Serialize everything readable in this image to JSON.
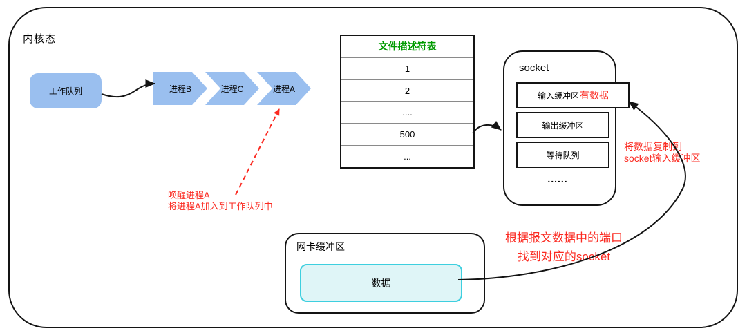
{
  "colors": {
    "process_fill": "#9ABFEF",
    "data_border": "#3ECFDF",
    "data_fill": "#DFF5F7",
    "note_red": "#FB2A21",
    "header_green": "#009B00"
  },
  "kernel_label": "内核态",
  "work_queue": {
    "label": "工作队列"
  },
  "process_chain": [
    {
      "label": "进程B"
    },
    {
      "label": "进程C"
    },
    {
      "label": "进程A"
    }
  ],
  "wake_note": {
    "line1": "唤醒进程A",
    "line2": "将进程A加入到工作队列中"
  },
  "fd_table": {
    "title": "文件描述符表",
    "rows": [
      "1",
      "2",
      "....",
      "500",
      "..."
    ]
  },
  "socket": {
    "title": "socket",
    "input_buffer": {
      "label": "输入缓冲区",
      "status": "有数据"
    },
    "output_buffer": {
      "label": "输出缓冲区"
    },
    "wait_queue": {
      "label": "等待队列"
    },
    "ellipsis": "......"
  },
  "copy_note": {
    "line1": "将数据复制到",
    "line2": "socket输入缓冲区"
  },
  "nic_buffer": {
    "label": "网卡缓冲区",
    "data_label": "数据"
  },
  "route_note": {
    "line1": "根据报文数据中的端口",
    "line2": "找到对应的socket"
  }
}
